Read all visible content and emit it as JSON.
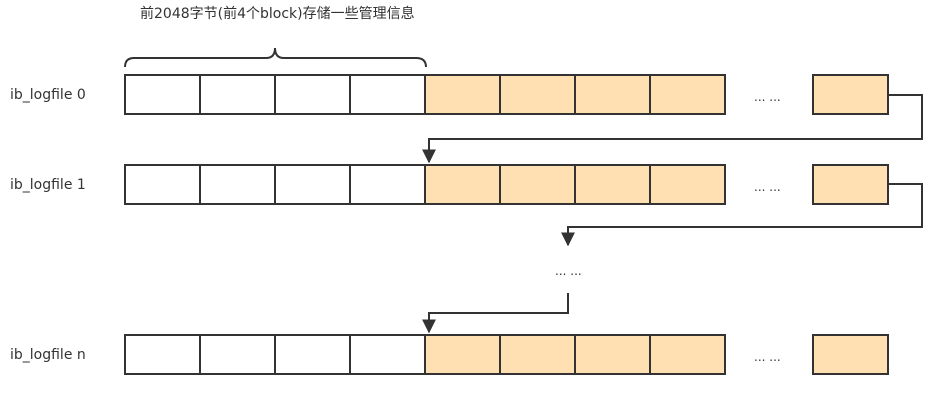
{
  "diagram": {
    "header_annotation": "前2048字节(前4个block)存储一些管理信息",
    "files": [
      {
        "name": "ib_logfile 0",
        "header_blocks": 4,
        "data_blocks": 4,
        "ellipsis": "... ...",
        "tail_blocks": 1
      },
      {
        "name": "ib_logfile 1",
        "header_blocks": 4,
        "data_blocks": 4,
        "ellipsis": "... ...",
        "tail_blocks": 1
      },
      {
        "name": "ib_logfile n",
        "header_blocks": 4,
        "data_blocks": 4,
        "ellipsis": "... ...",
        "tail_blocks": 1
      }
    ],
    "middle_ellipsis": "... ...",
    "colors": {
      "header_block": "#ffffff",
      "data_block": "#ffe0b3",
      "stroke": "#333333"
    }
  }
}
